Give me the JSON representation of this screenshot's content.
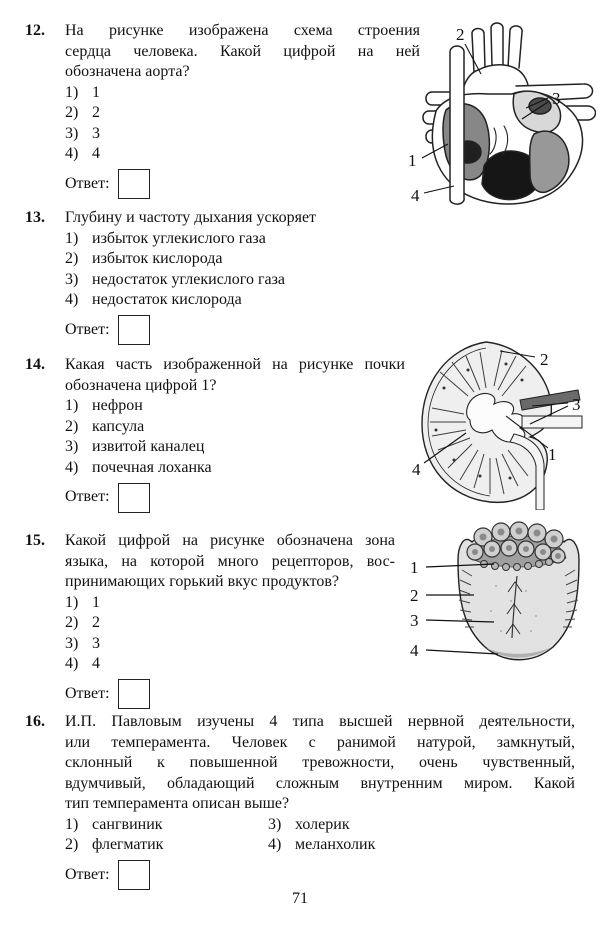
{
  "page": {
    "number": "71"
  },
  "questions": [
    {
      "number": "12.",
      "lines": [
        "На рисунке изображена схема строения",
        "сердца человека. Какой цифрой на ней",
        "обозначена аорта?"
      ],
      "options": [
        {
          "num": "1)",
          "text": "1"
        },
        {
          "num": "2)",
          "text": "2"
        },
        {
          "num": "3)",
          "text": "3"
        },
        {
          "num": "4)",
          "text": "4"
        }
      ],
      "answer_label": "Ответ:",
      "figure": {
        "type": "heart-diagram",
        "labels": {
          "l1": "1",
          "l2": "2",
          "l3": "3",
          "l4": "4"
        }
      }
    },
    {
      "number": "13.",
      "lines": [
        "Глубину и частоту дыхания ускоряет"
      ],
      "options": [
        {
          "num": "1)",
          "text": "избыток углекислого газа"
        },
        {
          "num": "2)",
          "text": "избыток кислорода"
        },
        {
          "num": "3)",
          "text": "недостаток углекислого газа"
        },
        {
          "num": "4)",
          "text": "недостаток кислорода"
        }
      ],
      "answer_label": "Ответ:"
    },
    {
      "number": "14.",
      "lines": [
        "Какая часть изображенной на рисунке почки",
        "обозначена цифрой 1?"
      ],
      "options": [
        {
          "num": "1)",
          "text": "нефрон"
        },
        {
          "num": "2)",
          "text": "капсула"
        },
        {
          "num": "3)",
          "text": "извитой каналец"
        },
        {
          "num": "4)",
          "text": "почечная лоханка"
        }
      ],
      "answer_label": "Ответ:",
      "figure": {
        "type": "kidney-diagram",
        "labels": {
          "l1": "1",
          "l2": "2",
          "l3": "3",
          "l4": "4"
        }
      }
    },
    {
      "number": "15.",
      "lines": [
        "Какой цифрой на рисунке обозначена зона",
        "языка, на которой много рецепторов, вос-",
        "принимающих горький вкус продуктов?"
      ],
      "options": [
        {
          "num": "1)",
          "text": "1"
        },
        {
          "num": "2)",
          "text": "2"
        },
        {
          "num": "3)",
          "text": "3"
        },
        {
          "num": "4)",
          "text": "4"
        }
      ],
      "answer_label": "Ответ:",
      "figure": {
        "type": "tongue-diagram",
        "labels": {
          "l1": "1",
          "l2": "2",
          "l3": "3",
          "l4": "4"
        }
      }
    },
    {
      "number": "16.",
      "lines": [
        "И.П. Павловым изучены 4 типа высшей нервной деятельности,",
        "или темперамента. Человек с ранимой натурой, замкнутый,",
        "склонный к повышенной тревожности, очень чувственный,",
        "вдумчивый, обладающий сложным внутренним миром. Какой",
        "тип темперамента описан выше?"
      ],
      "options": [
        {
          "num": "1)",
          "text": "сангвиник"
        },
        {
          "num": "2)",
          "text": "флегматик"
        },
        {
          "num": "3)",
          "text": "холерик"
        },
        {
          "num": "4)",
          "text": "меланхолик"
        }
      ],
      "answer_label": "Ответ:"
    }
  ]
}
